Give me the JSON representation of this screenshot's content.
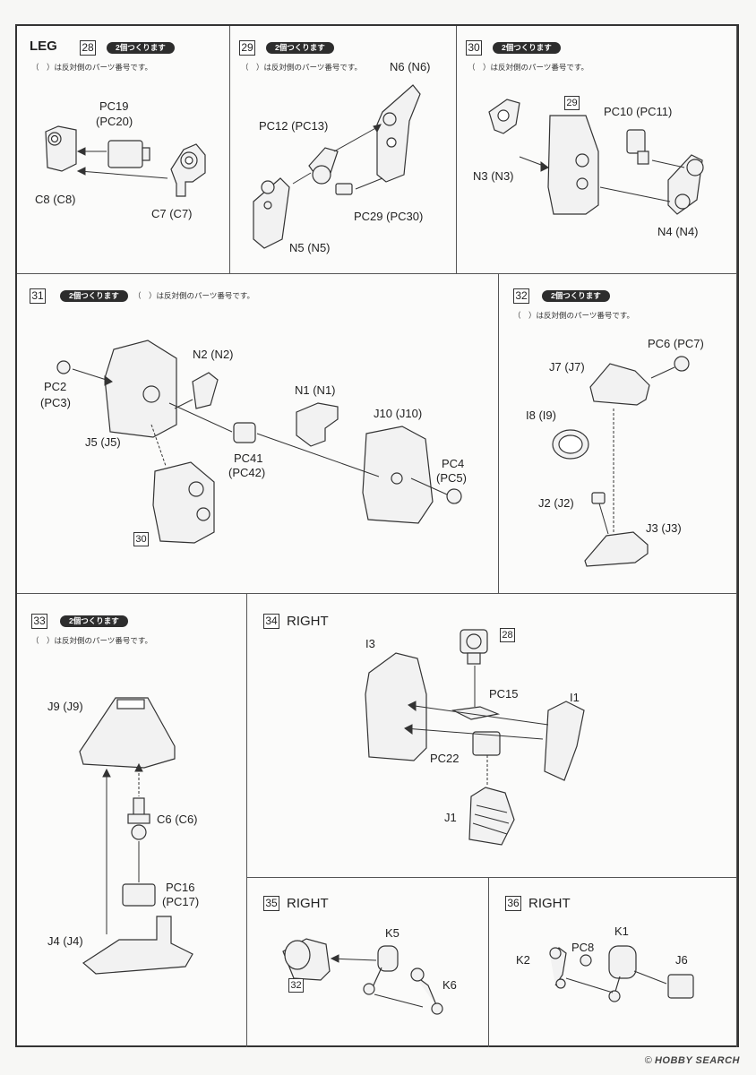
{
  "section": "LEG",
  "badge": "2個つくります",
  "note": "（　）は反対側のパーツ番号です。",
  "steps": {
    "s28": {
      "num": "28",
      "labels": {
        "pc19": "PC19",
        "pc20": "(PC20)",
        "c8": "C8 (C8)",
        "c7": "C7 (C7)"
      }
    },
    "s29": {
      "num": "29",
      "labels": {
        "n6": "N6 (N6)",
        "pc12": "PC12 (PC13)",
        "pc29": "PC29 (PC30)",
        "n5": "N5 (N5)"
      }
    },
    "s30": {
      "num": "30",
      "ref": "29",
      "labels": {
        "pc10": "PC10 (PC11)",
        "n3": "N3 (N3)",
        "n4": "N4 (N4)"
      }
    },
    "s31": {
      "num": "31",
      "ref": "30",
      "labels": {
        "n2": "N2 (N2)",
        "pc2": "PC2",
        "pc3": "(PC3)",
        "n1": "N1 (N1)",
        "j10": "J10 (J10)",
        "j5": "J5 (J5)",
        "pc41": "PC41",
        "pc42": "(PC42)",
        "pc4": "PC4",
        "pc5": "(PC5)"
      }
    },
    "s32": {
      "num": "32",
      "labels": {
        "pc6": "PC6 (PC7)",
        "j7": "J7 (J7)",
        "i8": "I8 (I9)",
        "j2": "J2 (J2)",
        "j3": "J3 (J3)"
      }
    },
    "s33": {
      "num": "33",
      "labels": {
        "j9": "J9 (J9)",
        "c6": "C6 (C6)",
        "pc16": "PC16",
        "pc17": "(PC17)",
        "j4": "J4 (J4)"
      }
    },
    "s34": {
      "num": "34",
      "title": "RIGHT",
      "ref": "28",
      "labels": {
        "i3": "I3",
        "pc15": "PC15",
        "i1": "I1",
        "pc22": "PC22",
        "j1": "J1"
      }
    },
    "s35": {
      "num": "35",
      "title": "RIGHT",
      "ref": "32",
      "labels": {
        "k5": "K5",
        "k6": "K6"
      }
    },
    "s36": {
      "num": "36",
      "title": "RIGHT",
      "labels": {
        "k2": "K2",
        "pc8": "PC8",
        "k1": "K1",
        "j6": "J6"
      }
    }
  },
  "watermark": {
    "brand": "HOBBY SEARCH",
    "copyright": "©"
  }
}
